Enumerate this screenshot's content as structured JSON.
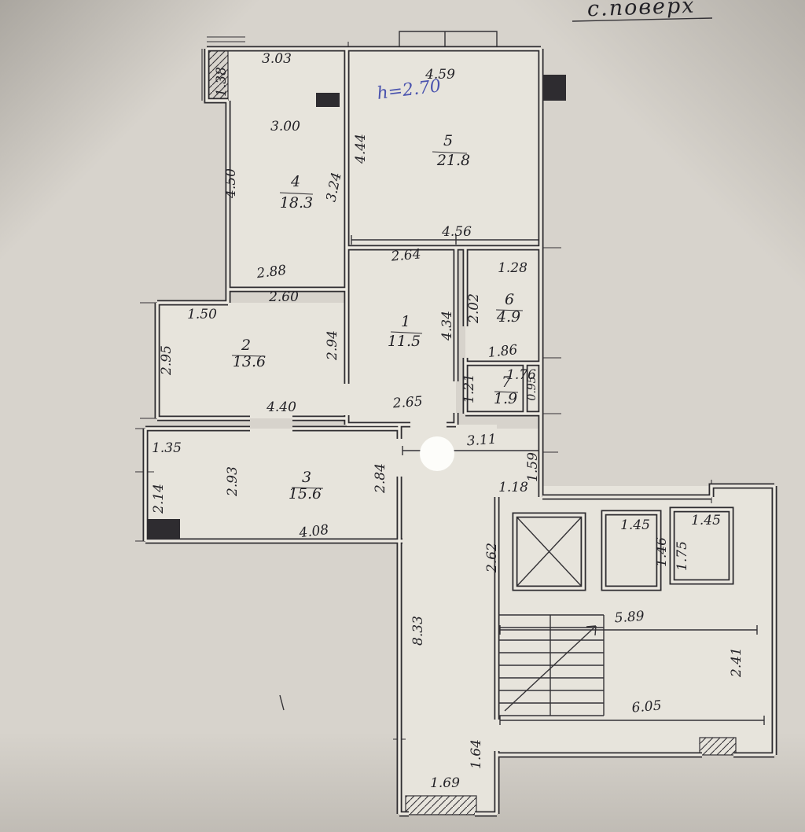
{
  "meta": {
    "title": "с.поверх",
    "height_note": "h=2.70"
  },
  "rooms": {
    "r1": {
      "number": "1",
      "area": "11.5"
    },
    "r2": {
      "number": "2",
      "area": "13.6"
    },
    "r3": {
      "number": "3",
      "area": "15.6"
    },
    "r4": {
      "number": "4",
      "area": "18.3"
    },
    "r5": {
      "number": "5",
      "area": "21.8"
    },
    "r6": {
      "number": "6",
      "area": "4.9"
    },
    "r7": {
      "number": "7",
      "area": "1.9"
    }
  },
  "dims": {
    "balcony_width": "3.03",
    "balcony_depth": "1.38",
    "room4_width": "3.00",
    "room4_height": "4.50",
    "room4_height_right": "3.24",
    "room4_width_bottom": "2.88",
    "room5_width": "4.59",
    "room5_height": "4.44",
    "room5_width_bottom": "4.56",
    "room1_width_top": "2.64",
    "room1_height_left": "2.94",
    "room1_height_right": "4.34",
    "room1_width_bottom": "2.65",
    "room6_width_top": "1.28",
    "room6_height": "2.02",
    "room6_width_bottom": "1.86",
    "room7_height_left": "1.21",
    "room7_width": "1.76",
    "room7_height_right": "0.95",
    "room2_width_top": "2.60",
    "room2_width_left_part": "1.50",
    "room2_height": "2.95",
    "room2_width_bottom": "4.40",
    "room3_width_top_part": "1.35",
    "room3_height_mid": "2.93",
    "room3_height_left": "2.14",
    "room3_height_right": "2.84",
    "room3_width_bottom": "4.08",
    "hall_width": "3.11",
    "hall_door_width": "1.18",
    "hall_depth": "1.59",
    "corridor_length": "8.33",
    "stair_hall_height_left": "2.62",
    "shaft1_width": "1.45",
    "shaft1_depth": "1.46",
    "shaft2_width": "1.45",
    "shaft2_depth": "1.75",
    "stair_hall_width": "5.89",
    "stair_block_width": "6.05",
    "stair_block_height_right": "2.41",
    "corridor_end_width": "1.69",
    "corridor_end_height": "1.64"
  }
}
